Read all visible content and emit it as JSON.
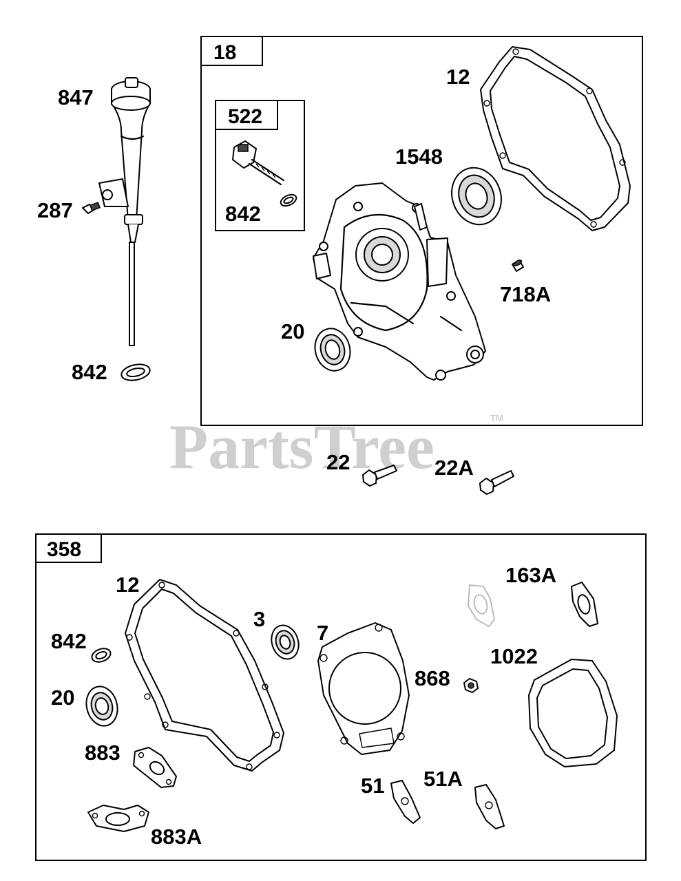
{
  "watermark": {
    "text": "PartsTree",
    "trademark": "TM"
  },
  "groups": [
    {
      "id": "g18",
      "label": "18"
    },
    {
      "id": "g522",
      "label": "522"
    },
    {
      "id": "g358",
      "label": "358"
    }
  ],
  "callouts": {
    "p847": "847",
    "p287": "287",
    "p842_dip": "842",
    "p12_top": "12",
    "p1548": "1548",
    "p842_kit": "842",
    "p718A": "718A",
    "p20_top": "20",
    "p22": "22",
    "p22A": "22A",
    "p12_bot": "12",
    "p842_bot": "842",
    "p20_bot": "20",
    "p883": "883",
    "p883A": "883A",
    "p3": "3",
    "p7": "7",
    "p868": "868",
    "p163A": "163A",
    "p1022": "1022",
    "p51": "51",
    "p51A": "51A"
  }
}
